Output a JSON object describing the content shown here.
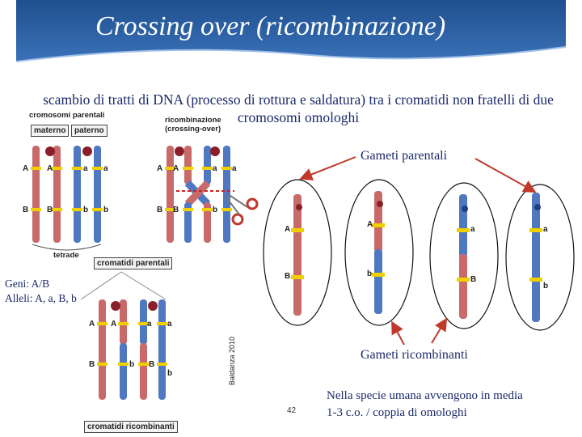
{
  "title": "Crossing over (ricombinazione)",
  "subtitle": "scambio di tratti di DNA  (processo di rottura e saldatura) tra i cromatidi non fratelli di due cromosomi omologhi",
  "labels": {
    "parental_gametes": "Gameti parentali",
    "recombinant_gametes": "Gameti ricombinanti",
    "genes": "Geni: A/B",
    "alleles": "Alleli: A, a, B, b",
    "footnote_line1": "Nella specie umana avvengono in media",
    "footnote_line2": "1-3 c.o. / coppia di omologhi",
    "slide_number": "42"
  },
  "figure": {
    "parental_chromosomes": "cromosomi parentali",
    "maternal": "materno",
    "paternal": "paterno",
    "recombination": "ricombinazione",
    "crossing_over": "(crossing-over)",
    "tetrad": "tetrade",
    "parental_chromatids": "cromatidi parentali",
    "recombinant_chromatids": "cromatidi ricombinanti",
    "credit": "Baldanza 2010",
    "gene_A": "A",
    "gene_a": "a",
    "gene_B": "B",
    "gene_b": "b"
  },
  "colors": {
    "banner": "#2f5e9e",
    "maternal": "#c86a6a",
    "paternal": "#4f78c0",
    "band": "#f0d000",
    "centromere": "#8a1f2a",
    "arrow": "#c0392b",
    "text": "#1a2a6a"
  }
}
